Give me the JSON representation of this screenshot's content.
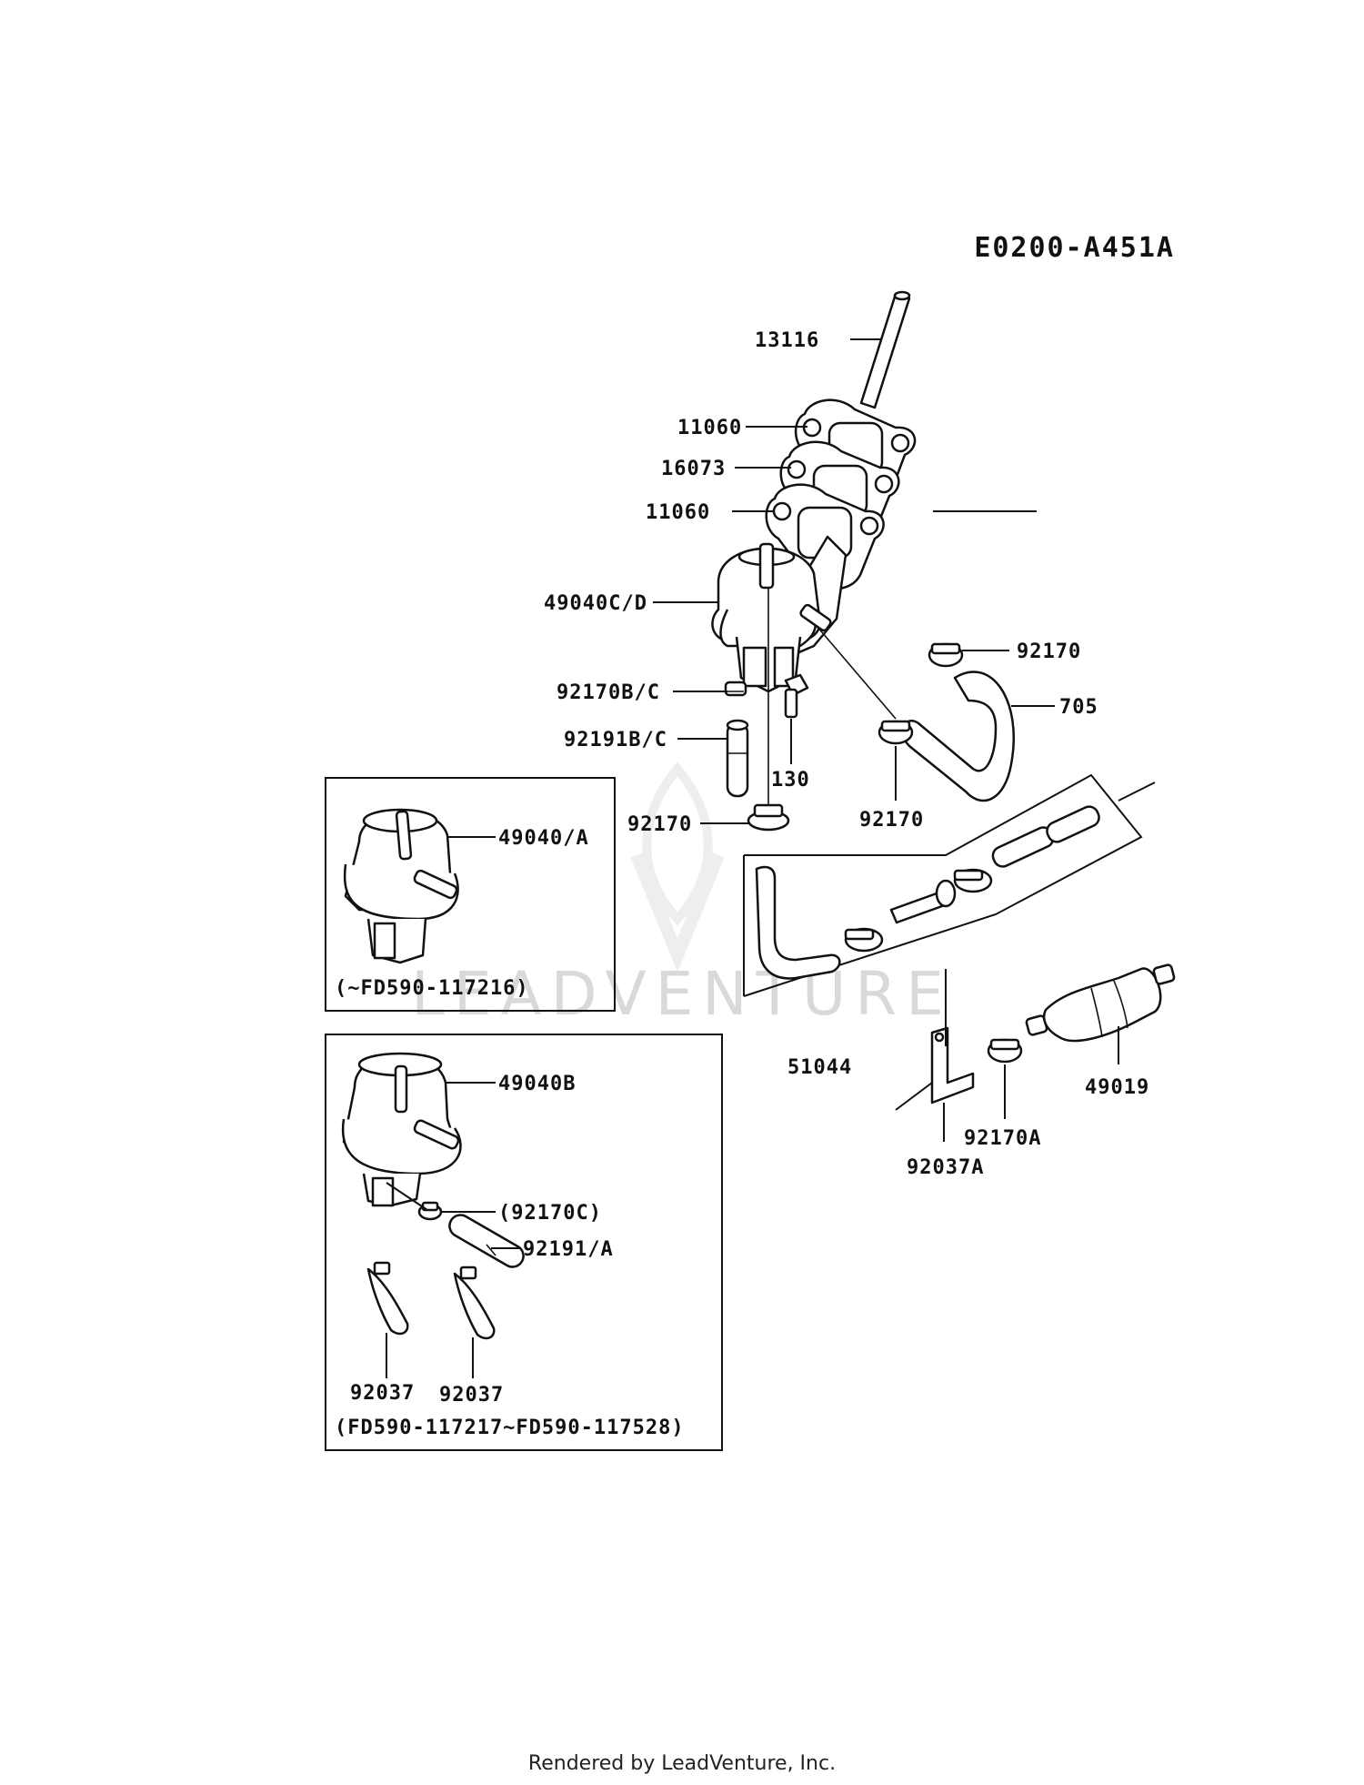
{
  "diagram_code": "E0200-A451A",
  "watermark": "LEADVENTURE",
  "footer": "Rendered by LeadVenture, Inc.",
  "labels": {
    "p13116": "13116",
    "p11060a": "11060",
    "p16073": "16073",
    "p11060b": "11060",
    "p49040cd": "49040C/D",
    "p92170_top": "92170",
    "p705": "705",
    "p92170bc": "92170B/C",
    "p92191bc": "92191B/C",
    "p130": "130",
    "p92170_mid": "92170",
    "p92170_right": "92170",
    "p49040a": "49040/A",
    "p51044": "51044",
    "p49019": "49019",
    "p92170a": "92170A",
    "p92037a": "92037A",
    "p49040b": "49040B",
    "p92170c": "(92170C)",
    "p92191a": "92191/A",
    "p92037_l": "92037",
    "p92037_r": "92037"
  },
  "boxes": {
    "early_serial": "(~FD590-117216)",
    "late_serial": "(FD590-117217~FD590-117528)"
  },
  "icons": {
    "watermark_logo": "leadventure-flame-logo-icon"
  }
}
